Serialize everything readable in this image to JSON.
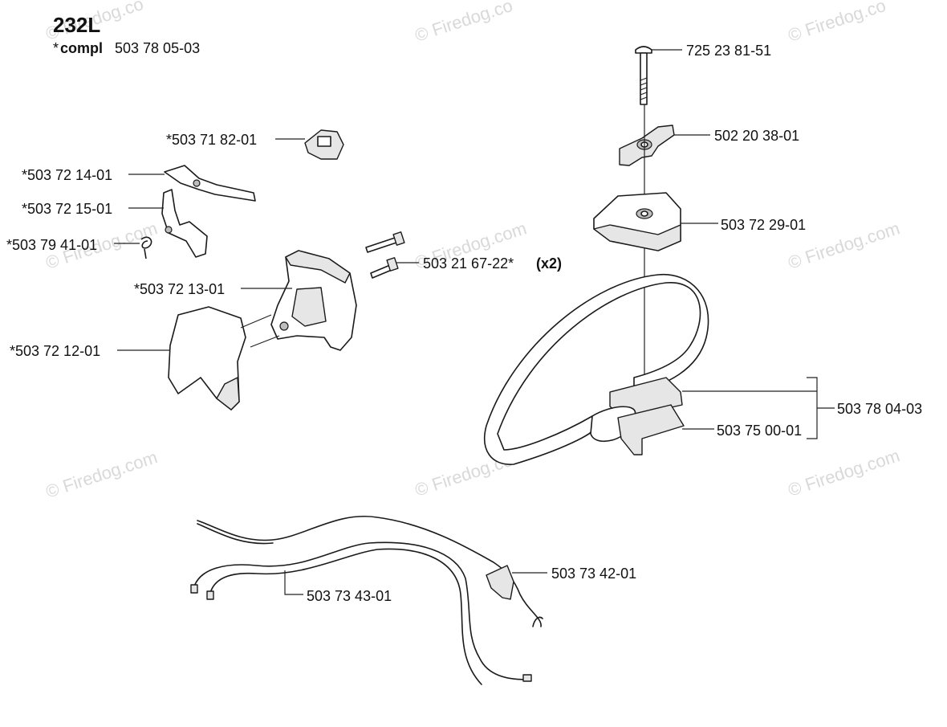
{
  "model_title": "232L",
  "compl_label": "compl",
  "compl_number": "503 78 05-03",
  "asterisk": "*",
  "watermark_text": "© Firedog.com",
  "watermark_short": "© Firedog.co",
  "callouts": {
    "c725238151": "725 23 81-51",
    "c502203801": "502 20 38-01",
    "c503722901": "503 72 29-01",
    "c503780403": "503 78 04-03",
    "c503750001": "503 75 00-01",
    "c503718201": "*503 71 82-01",
    "c503721401": "*503 72 14-01",
    "c503721501": "*503 72 15-01",
    "c503794101": "*503 79 41-01",
    "c503216722": "503 21 67-22*",
    "c503216722_qty": "(x2)",
    "c503721301": "*503 72 13-01",
    "c503721201": "*503 72 12-01",
    "c503734201": "503 73 42-01",
    "c503734301": "503 73 43-01"
  }
}
